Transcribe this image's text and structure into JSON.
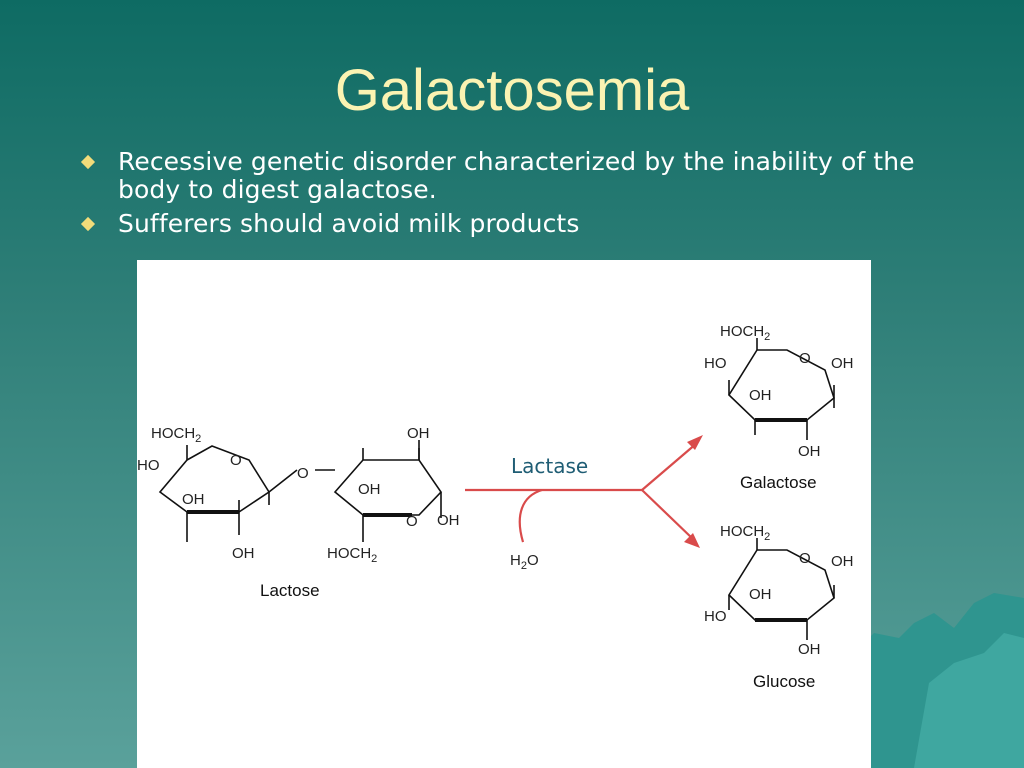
{
  "slide": {
    "title": "Galactosemia",
    "bullets": [
      "Recessive genetic disorder characterized by the inability of the body to digest galactose.",
      "Sufferers should avoid milk products"
    ]
  },
  "diagram": {
    "enzyme_label": "Lactase",
    "water_label_h": "H",
    "water_label_sub": "2",
    "water_label_o": "O",
    "lactose_name": "Lactose",
    "galactose_name": "Galactose",
    "glucose_name": "Glucose",
    "group_hoch2": "HOCH",
    "group_sub2": "2",
    "group_ho": "HO",
    "group_oh": "OH",
    "ring_o": "O",
    "bridge_o": "O",
    "colors": {
      "arrow": "#d94b4b",
      "bond": "#111111",
      "enzyme": "#1f5d74"
    }
  }
}
